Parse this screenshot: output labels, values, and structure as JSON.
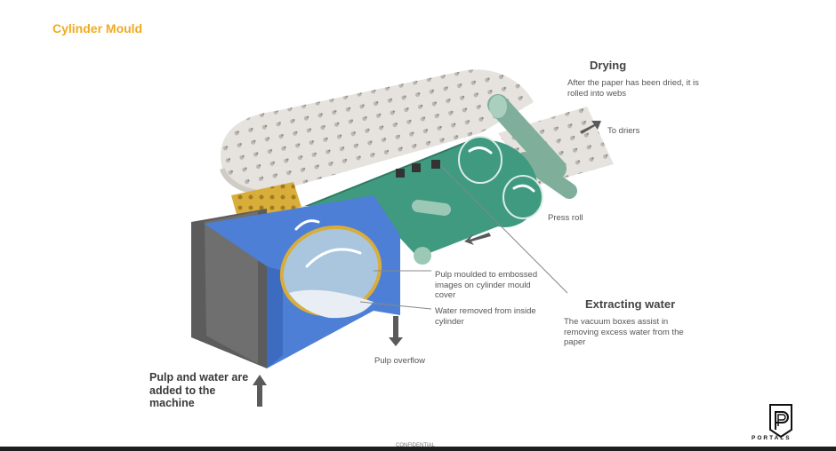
{
  "header": {
    "title": "Cylinder Mould"
  },
  "labels": {
    "drying_heading": "Drying",
    "drying_text": "After the paper has been dried, it is rolled into webs",
    "to_driers": "To driers",
    "press_roll": "Press roll",
    "pulp_moulded": "Pulp moulded to embossed images on cylinder mould cover",
    "water_removed": "Water removed from inside cylinder",
    "pulp_overflow": "Pulp overflow",
    "extracting_heading": "Extracting water",
    "extracting_text": "The vacuum boxes assist in removing excess water from the paper",
    "pulp_water_heading": "Pulp and water are added to the machine"
  },
  "footer": {
    "brand": "PORTALS",
    "confidential": "CONFIDENTIAL"
  },
  "colors": {
    "title": "#f0ab1e",
    "felt_green": "#3f9a80",
    "vat_blue": "#4d7fd6",
    "paper": "#e6e3df",
    "mould_gold": "#d8ad3a",
    "press_roll": "#8fbca9",
    "arrow_gray": "#5a5a5a"
  }
}
